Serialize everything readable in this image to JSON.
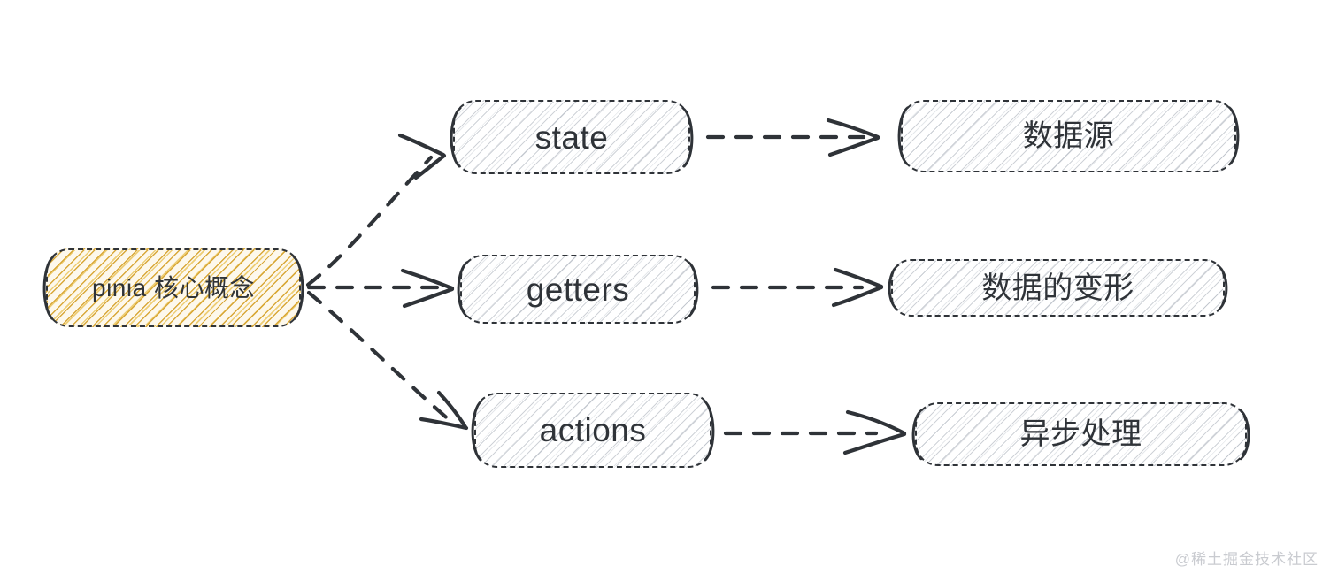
{
  "diagram": {
    "title": "pinia 核心概念",
    "root": {
      "id": "root",
      "label": "pinia 核心概念",
      "accent": "#d6a330",
      "fill": "#fdf8ec"
    },
    "branches": [
      {
        "id": "state",
        "concept": "state",
        "description": "数据源"
      },
      {
        "id": "getters",
        "concept": "getters",
        "description": "数据的变形"
      },
      {
        "id": "actions",
        "concept": "actions",
        "description": "异步处理"
      }
    ],
    "colors": {
      "stroke": "#2f3338",
      "hatch_grey": "#a8aeb8",
      "hatch_gold": "#d6a330",
      "text": "#2f3338",
      "background": "#ffffff",
      "watermark": "#c9cbd0"
    },
    "edges": [
      {
        "id": "edge-root-state",
        "from": "root",
        "to": "state",
        "style": "dashed",
        "arrow": "open-v"
      },
      {
        "id": "edge-root-getters",
        "from": "root",
        "to": "getters",
        "style": "dashed",
        "arrow": "open-v"
      },
      {
        "id": "edge-root-actions",
        "from": "root",
        "to": "actions",
        "style": "dashed",
        "arrow": "open-v"
      },
      {
        "id": "edge-state-datasource",
        "from": "state",
        "to": "数据源",
        "style": "dashed",
        "arrow": "open-v"
      },
      {
        "id": "edge-getters-transform",
        "from": "getters",
        "to": "数据的变形",
        "style": "dashed",
        "arrow": "open-v"
      },
      {
        "id": "edge-actions-async",
        "from": "actions",
        "to": "异步处理",
        "style": "dashed",
        "arrow": "open-v"
      }
    ]
  },
  "watermark": {
    "text": "@稀土掘金技术社区"
  }
}
